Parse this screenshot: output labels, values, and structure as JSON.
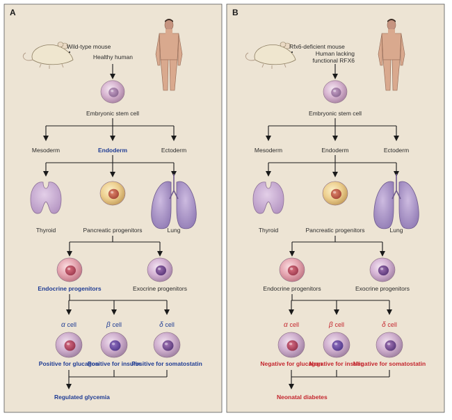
{
  "panels": [
    {
      "letter": "A",
      "mouse_label": "Wild-type mouse",
      "human_label": [
        "Healthy human"
      ],
      "stem": "Embryonic stem cell",
      "germ_layers": [
        "Mesoderm",
        "Endoderm",
        "Ectoderm"
      ],
      "organs": [
        "Thyroid",
        "Pancreatic progenitors",
        "Lung"
      ],
      "progenitors": [
        "Endocrine progenitors",
        "Exocrine progenitors"
      ],
      "cells": [
        {
          "greek": "α",
          "word": "cell",
          "result": "Positive for glucagon"
        },
        {
          "greek": "β",
          "word": "cell",
          "result": "Positive for insulin"
        },
        {
          "greek": "δ",
          "word": "cell",
          "result": "Positive for somatostatin"
        }
      ],
      "outcome": "Regulated glycemia"
    },
    {
      "letter": "B",
      "mouse_label": "Rfx6-deficient mouse",
      "human_label": [
        "Human lacking",
        "functional RFX6"
      ],
      "stem": "Embryonic stem cell",
      "germ_layers": [
        "Mesoderm",
        "Endoderm",
        "Ectoderm"
      ],
      "organs": [
        "Thyroid",
        "Pancreatic progenitors",
        "Lung"
      ],
      "progenitors": [
        "Endocrine progenitors",
        "Exocrine progenitors"
      ],
      "cells": [
        {
          "greek": "α",
          "word": "cell",
          "result": "Negative for glucagon"
        },
        {
          "greek": "β",
          "word": "cell",
          "result": "Negative for insulin"
        },
        {
          "greek": "δ",
          "word": "cell",
          "result": "Negative for somatostatin"
        }
      ],
      "outcome": "Neonatal diabetes"
    }
  ],
  "colors": {
    "panel_bg": "#ede4d4",
    "blue_text": "#1f3c94",
    "red_text": "#c4262e"
  }
}
